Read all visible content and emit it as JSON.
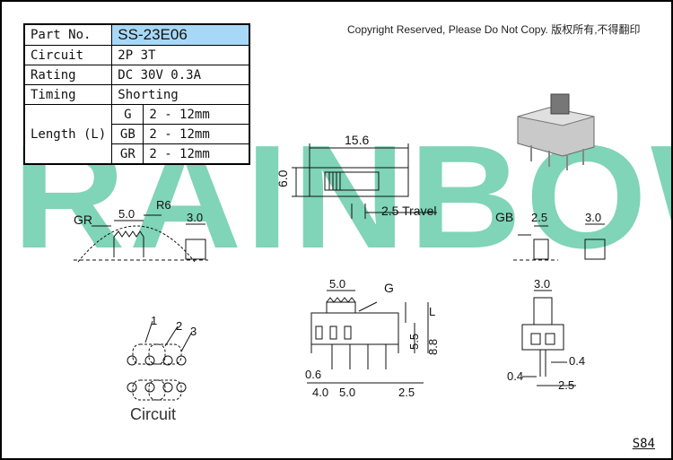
{
  "spec": {
    "part_no_label": "Part No.",
    "part_no": "SS-23E06",
    "circuit_label": "Circuit",
    "circuit": "2P 3T",
    "rating_label": "Rating",
    "rating": "DC 30V 0.3A",
    "timing_label": "Timing",
    "timing": "Shorting",
    "length_label": "Length (L)",
    "lengths": [
      {
        "type": "G",
        "value": "2 - 12mm"
      },
      {
        "type": "GB",
        "value": "2 - 12mm"
      },
      {
        "type": "GR",
        "value": "2 - 12mm"
      }
    ]
  },
  "copyright": "Copyright Reserved, Please Do Not Copy. 版权所有,不得翻印",
  "watermark": "RAINBOW",
  "dims": {
    "top_width": "15.6",
    "top_height": "6.0",
    "travel": "2.5 Travel",
    "gr_label": "GR",
    "gr_width": "5.0",
    "gr_radius": "R6",
    "gr_side": "3.0",
    "gb_label": "GB",
    "gb_width": "2.5",
    "gb_side": "3.0",
    "g_width": "5.0",
    "g_label": "G",
    "l_label": "L",
    "h1": "5.5",
    "h2": "8.8",
    "pin_w": "0.6",
    "pitch_a": "4.0",
    "pitch_b": "5.0",
    "pitch_c": "2.5",
    "side_top": "3.0",
    "side_pin_r": "0.4",
    "side_pin_l": "0.4",
    "side_pitch": "2.5",
    "circuit_pins": [
      "1",
      "2",
      "3"
    ]
  },
  "circuit_caption": "Circuit",
  "page_ref": "S84"
}
